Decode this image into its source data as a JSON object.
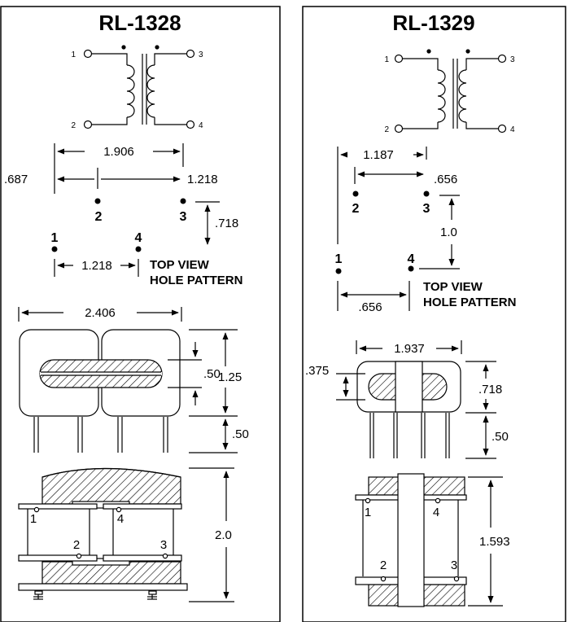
{
  "left": {
    "title": "RL-1328",
    "schematic_pins": [
      "1",
      "2",
      "3",
      "4"
    ],
    "dims": {
      "overall_span": "1.906",
      "left_offset": ".687",
      "right_span": "1.218",
      "row_offset": ".718",
      "bottom_span": "1.218",
      "body_width": "2.406",
      "core_height": ".50",
      "body_height": "1.25",
      "pin_length": ".50",
      "side_height": "2.0"
    },
    "hole_pins": [
      "1",
      "2",
      "3",
      "4"
    ],
    "caption_line1": "TOP VIEW",
    "caption_line2": "HOLE PATTERN",
    "side_pins": [
      "1",
      "4",
      "2",
      "3"
    ]
  },
  "right": {
    "title": "RL-1329",
    "schematic_pins": [
      "1",
      "2",
      "3",
      "4"
    ],
    "dims": {
      "overall_span": "1.187",
      "right_offset": ".656",
      "column_height": "1.0",
      "bottom_span": ".656",
      "body_width": "1.937",
      "core_height": ".375",
      "body_height": ".718",
      "pin_length": ".50",
      "side_height": "1.593"
    },
    "hole_pins": [
      "1",
      "2",
      "3",
      "4"
    ],
    "caption_line1": "TOP VIEW",
    "caption_line2": "HOLE PATTERN",
    "side_pins": [
      "1",
      "4",
      "2",
      "3"
    ]
  }
}
